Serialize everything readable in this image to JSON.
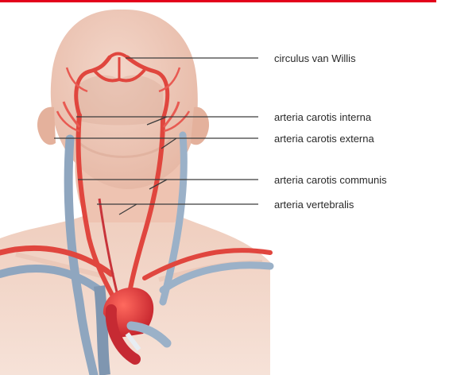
{
  "colors": {
    "accent_bar": "#e3001b",
    "skin": "#eec8b8",
    "skin_shade": "#e2b09b",
    "artery": "#e0463e",
    "artery_dark": "#b8242a",
    "vein": "#8fa6bf",
    "leader": "#3c3c3c",
    "label": "#2a2a2a"
  },
  "illustration": "human-head-neck-arteries",
  "labels": [
    {
      "id": "circulus",
      "text": "circulus van Willis"
    },
    {
      "id": "interna",
      "text": "arteria carotis interna"
    },
    {
      "id": "externa",
      "text": "arteria carotis externa"
    },
    {
      "id": "communis",
      "text": "arteria carotis communis"
    },
    {
      "id": "vertebralis",
      "text": "arteria vertebralis"
    }
  ]
}
